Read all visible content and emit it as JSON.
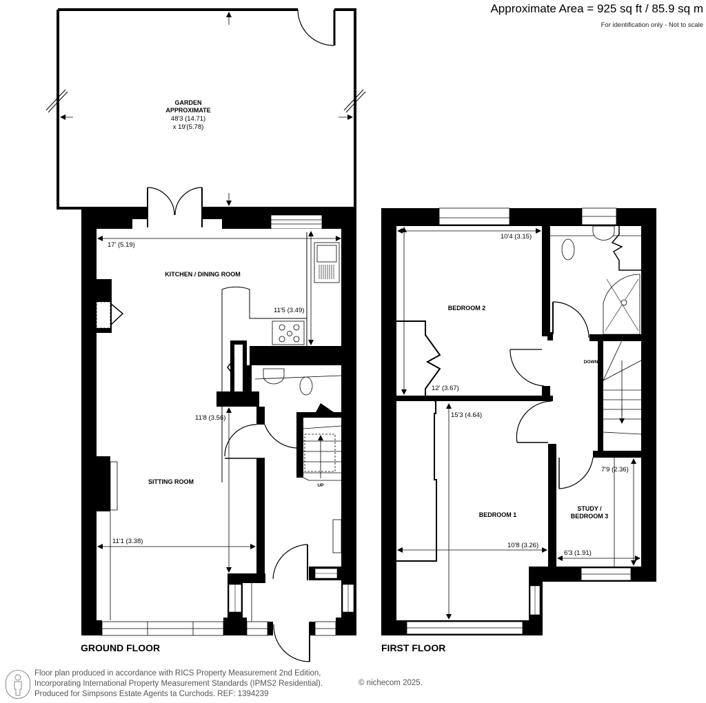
{
  "header": {
    "area_title": "Approximate Area = 925 sq ft / 85.9 sq m",
    "disclaimer": "For identification only - Not to scale"
  },
  "garden": {
    "title": "GARDEN",
    "subtitle": "APPROXIMATE",
    "dim_line1": "48'3 (14.71)",
    "dim_line2": "x 19'(5.78)"
  },
  "ground_floor": {
    "label": "GROUND FLOOR",
    "rooms": {
      "kitchen": {
        "name": "KITCHEN / DINING ROOM",
        "dim_width": "17' (5.19)",
        "dim_depth": "11'5 (3.49)"
      },
      "sitting": {
        "name": "SITTING ROOM",
        "dim_depth": "11'8 (3.56)",
        "dim_width": "11'1 (3.38)"
      }
    },
    "stairs_label": "UP"
  },
  "first_floor": {
    "label": "FIRST FLOOR",
    "rooms": {
      "bedroom2": {
        "name": "BEDROOM 2",
        "dim_width": "10'4 (3.15)",
        "dim_depth": "12' (3.67)"
      },
      "bedroom1": {
        "name": "BEDROOM 1",
        "dim_depth": "15'3 (4.64)",
        "dim_width": "10'8 (3.26)"
      },
      "study": {
        "name_line1": "STUDY /",
        "name_line2": "BEDROOM 3",
        "dim_depth": "7'9 (2.36)",
        "dim_width": "6'3 (1.91)"
      }
    },
    "stairs_label": "DOWN"
  },
  "footer": {
    "line1": "Floor plan produced in accordance with RICS Property Measurement 2nd Edition,",
    "line2": "Incorporating International Property Measurement Standards (IPMS2 Residential).",
    "line3": "Produced for Simpsons Estate Agents ta Curchods.   REF: 1394239",
    "copyright": "© nichecom 2025."
  }
}
